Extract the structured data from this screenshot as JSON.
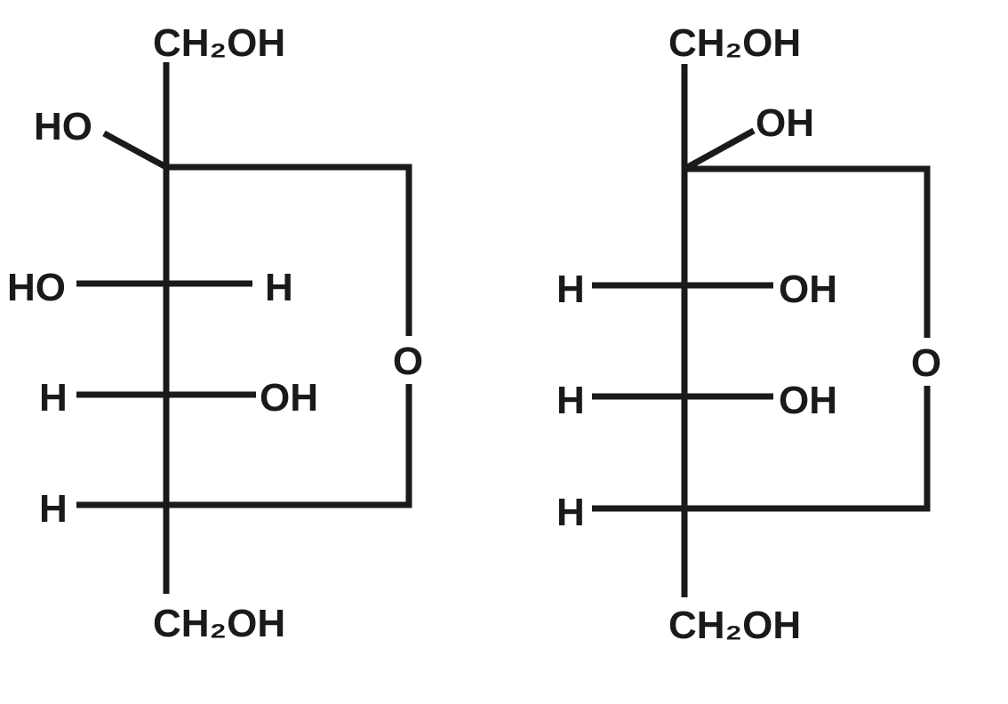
{
  "ink_color": "#1a1a1a",
  "background_color": "#ffffff",
  "structures": [
    {
      "name": "left-structure",
      "top_group": "CH₂OH",
      "bottom_group": "CH₂OH",
      "ring_oxygen": "O",
      "c2_left": "HO",
      "c3_left": "HO",
      "c3_right": "H",
      "c4_left": "H",
      "c4_right": "OH",
      "c5_left": "H"
    },
    {
      "name": "right-structure",
      "top_group": "CH₂OH",
      "bottom_group": "CH₂OH",
      "ring_oxygen": "O",
      "c2_right": "OH",
      "c3_left": "H",
      "c3_right": "OH",
      "c4_left": "H",
      "c4_right": "OH",
      "c5_left": "H"
    }
  ]
}
